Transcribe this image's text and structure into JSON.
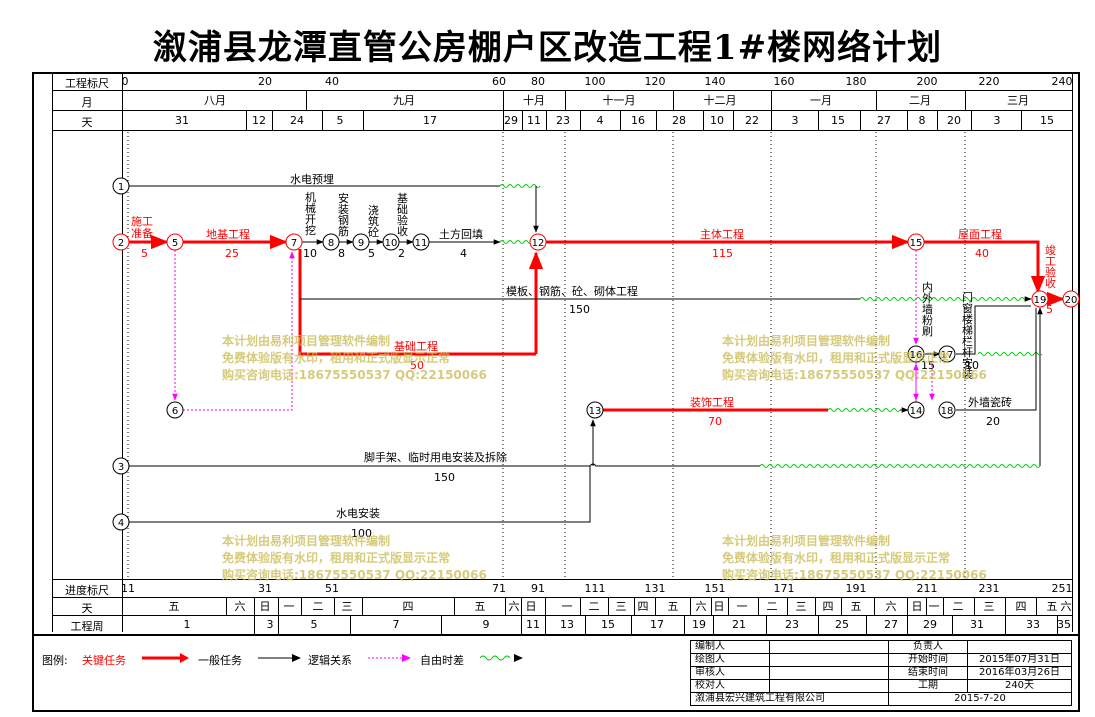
{
  "title": "溆浦县龙潭直管公房棚户区改造工程1#楼网络计划",
  "header": {
    "scale_label": "工程标尺",
    "month_label": "月",
    "day_label": "天",
    "scale_ticks": [
      "0",
      "20",
      "40",
      "60",
      "80",
      "100",
      "120",
      "140",
      "160",
      "180",
      "200",
      "220",
      "240"
    ],
    "months": [
      "八月",
      "九月",
      "十月",
      "十一月",
      "十二月",
      "一月",
      "二月",
      "三月"
    ],
    "days": [
      "31",
      "12",
      "24",
      "5",
      "17",
      "29",
      "11",
      "23",
      "4",
      "16",
      "28",
      "10",
      "22",
      "3",
      "15",
      "27",
      "8",
      "20",
      "3",
      "15"
    ]
  },
  "footer": {
    "progress_label": "进度标尺",
    "day_label": "天",
    "week_label": "工程周",
    "progress_ticks": [
      "11",
      "31",
      "51",
      "71",
      "91",
      "111",
      "131",
      "151",
      "171",
      "191",
      "211",
      "231",
      "251"
    ],
    "weekdays": [
      "五",
      "六",
      "日",
      "一",
      "二",
      "三",
      "四",
      "五",
      "六",
      "日",
      "一",
      "二",
      "三",
      "四",
      "五",
      "六",
      "日",
      "一",
      "二",
      "三",
      "四",
      "五",
      "六",
      "日",
      "一",
      "二",
      "三",
      "四",
      "五",
      "六"
    ],
    "weeks": [
      "1",
      "3",
      "5",
      "7",
      "9",
      "11",
      "13",
      "15",
      "17",
      "19",
      "21",
      "23",
      "25",
      "27",
      "29",
      "31",
      "33",
      "35"
    ]
  },
  "nodes": [
    "1",
    "2",
    "3",
    "4",
    "5",
    "6",
    "7",
    "8",
    "9",
    "10",
    "11",
    "12",
    "13",
    "14",
    "15",
    "16",
    "17",
    "18",
    "19",
    "20"
  ],
  "tasks": [
    {
      "name": "水电预埋",
      "duration": ""
    },
    {
      "name": "施工准备",
      "duration": "5"
    },
    {
      "name": "地基工程",
      "duration": "25"
    },
    {
      "name": "机械开挖",
      "duration": "10"
    },
    {
      "name": "安装钢筋",
      "duration": "8"
    },
    {
      "name": "浇筑砼",
      "duration": "5"
    },
    {
      "name": "基础验收",
      "duration": "2"
    },
    {
      "name": "土方回填",
      "duration": "4"
    },
    {
      "name": "主体工程",
      "duration": "115"
    },
    {
      "name": "屋面工程",
      "duration": "40"
    },
    {
      "name": "竣工验收",
      "duration": "5"
    },
    {
      "name": "模板、钢筋、砼、砌体工程",
      "duration": "150"
    },
    {
      "name": "基础工程",
      "duration": "50"
    },
    {
      "name": "内外墙粉刷",
      "duration": "15"
    },
    {
      "name": "门窗楼梯栏杆安装",
      "duration": "10"
    },
    {
      "name": "装饰工程",
      "duration": "70"
    },
    {
      "name": "外墙瓷砖",
      "duration": "20"
    },
    {
      "name": "脚手架、临时用电安装及拆除",
      "duration": "150"
    },
    {
      "name": "水电安装",
      "duration": "100"
    }
  ],
  "watermark": {
    "line1": "本计划由易利项目管理软件编制",
    "line2": "免费体验版有水印，租用和正式版显示正常",
    "line3": "购买咨询电话:18675550537 QQ:22150066"
  },
  "legend": {
    "label": "图例:",
    "critical": "关键任务",
    "normal": "一般任务",
    "logic": "逻辑关系",
    "float": "自由时差",
    "colors": {
      "critical": "#ff0000",
      "normal": "#000000",
      "logic": "#ff00ff",
      "float": "#00c000"
    }
  },
  "info": {
    "editor_label": "编制人",
    "drawer_label": "绘图人",
    "reviewer_label": "审核人",
    "checker_label": "校对人",
    "owner_label": "负责人",
    "start_label": "开始时间",
    "start_value": "2015年07月31日",
    "end_label": "结束时间",
    "end_value": "2016年03月26日",
    "duration_label": "工期",
    "duration_value": "240天",
    "company": "溆浦县宏兴建筑工程有限公司",
    "date": "2015-7-20"
  }
}
